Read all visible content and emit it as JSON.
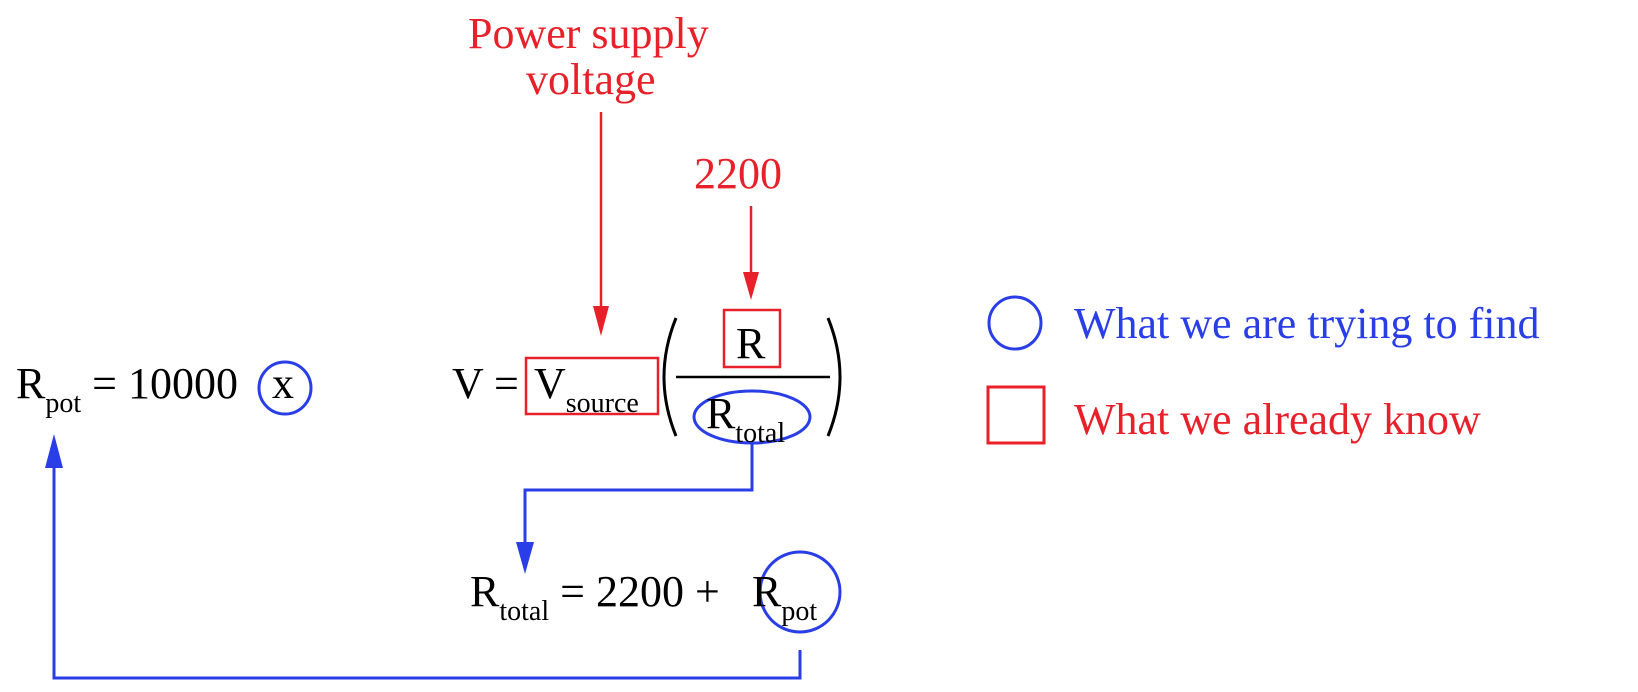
{
  "colors": {
    "known": "#e8202a",
    "unknown": "#2a3ee8",
    "text": "#000000"
  },
  "annotations": {
    "power_supply_line1": "Power supply",
    "power_supply_line2": "voltage",
    "r_value": "2200"
  },
  "equations": {
    "rpot": {
      "base": "R",
      "sub": "pot",
      "rhs": "= 10000",
      "unknown": "x"
    },
    "main": {
      "lhs": "V =",
      "vs_base": "V",
      "vs_sub": "source",
      "numerator": "R",
      "den_base": "R",
      "den_sub": "total"
    },
    "rtotal": {
      "base": "R",
      "sub": "total",
      "rhs": "= 2200 +",
      "rp_base": "R",
      "rp_sub": "pot"
    }
  },
  "legend": {
    "unknown_label": "What we are trying to find",
    "known_label": "What we already know",
    "unknown_shape": "circle-icon",
    "known_shape": "square-icon"
  }
}
